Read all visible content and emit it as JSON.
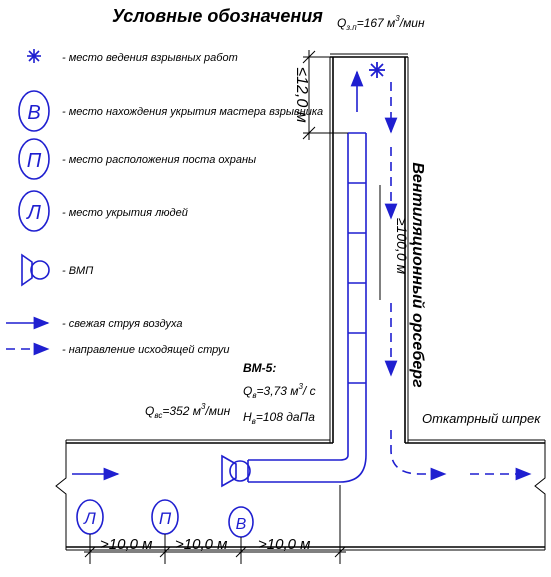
{
  "title": "Условные обозначения",
  "legend": [
    {
      "symbol": "star",
      "text": "- место ведения взрывных работ"
    },
    {
      "symbol": "circle",
      "letter": "В",
      "text": "- место нахождения укрытия мастера взрывника"
    },
    {
      "symbol": "circle",
      "letter": "П",
      "text": "- место расположения поста охраны"
    },
    {
      "symbol": "circle",
      "letter": "Л",
      "text": "- место укрытия людей"
    },
    {
      "symbol": "fan",
      "text": "- ВМП"
    },
    {
      "symbol": "arrow-solid",
      "text": "- свежая струя воздуха"
    },
    {
      "symbol": "arrow-dashed",
      "text": "- направление исходящей струи"
    }
  ],
  "labels": {
    "q_face": "Q",
    "q_face_sub": "з.п",
    "q_face_val": "=167 м",
    "q_face_unit": "/мин",
    "dist_face": "≤12,0 м",
    "drift_name": "Вентиляционный орсеберг",
    "dist_drift": "≥100,0 м",
    "fan_title": "ВМ-5:",
    "fan_q": "Q",
    "fan_q_sub": "в",
    "fan_q_val": "=3,73 м",
    "fan_q_unit": "/ с",
    "fan_h": "H",
    "fan_h_sub": "в",
    "fan_h_val": "=108 даПа",
    "q_main": "Q",
    "q_main_sub": "вс",
    "q_main_val": "=352 м",
    "q_main_unit": "/мин",
    "haulage": "Откатрный шпрек",
    "cube": "3",
    "dims": [
      ">10,0 м",
      ">10,0 м",
      ">10,0 м"
    ],
    "post_letters": [
      "Л",
      "П",
      "В"
    ]
  },
  "colors": {
    "symbols": "#1f1fd0",
    "lines": "#000000",
    "background": "#ffffff"
  }
}
